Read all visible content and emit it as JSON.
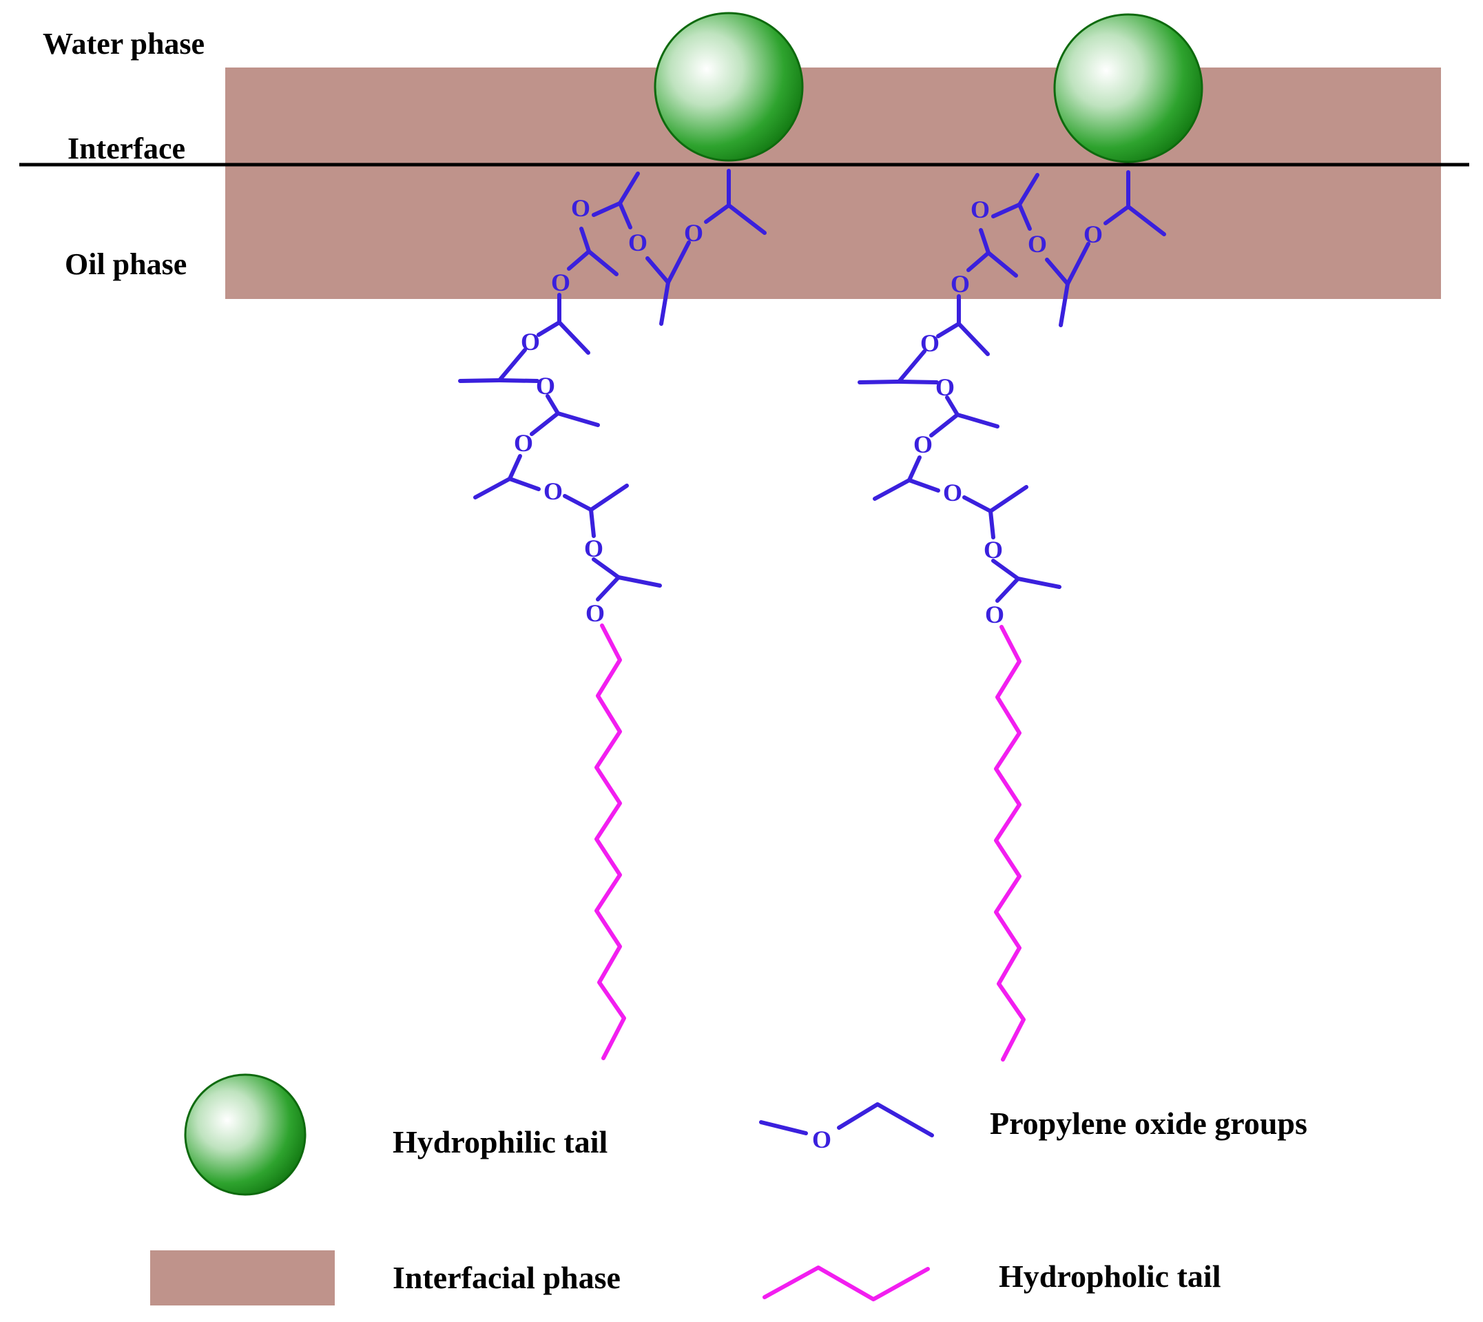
{
  "labels": {
    "water_phase": "Water phase",
    "interface": "Interface",
    "oil_phase": "Oil phase"
  },
  "legend": {
    "hydrophilic": "Hydrophilic tail",
    "interfacial": "Interfacial phase",
    "propylene": "Propylene oxide groups",
    "hydrophobic": "Hydropholic tail"
  },
  "oxygen_symbol": "O",
  "colors": {
    "interfacial_phase": "#BF938B",
    "propylene_oxide": "#3A20DD",
    "hydrophobic_tail": "#F21EF0",
    "sphere_light": "#FFFFFF",
    "sphere_mid": "#2EA32E",
    "sphere_dark": "#0E6A0E",
    "interface_line": "#000000"
  },
  "icons": {
    "hydrophilic_head": "green-sphere-icon",
    "propylene_oxide": "propylene-oxide-zigzag-icon",
    "hydrophobic_tail": "zigzag-chain-icon"
  }
}
